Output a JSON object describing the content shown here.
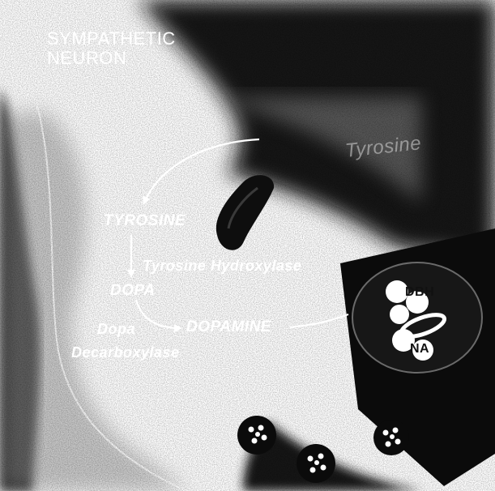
{
  "title_lines": [
    "SYMPATHETIC",
    "NEURON"
  ],
  "pathway": {
    "step1": "TYROSINE",
    "step2": "DOPA",
    "step3": "DOPAMINE",
    "enzyme1": "Tyrosine Hydroxylase",
    "enzyme2_line1": "Dopa",
    "enzyme2_line2": "Decarboxylase"
  },
  "vesicle_labels": {
    "upper": "DBH",
    "lower": "NA"
  },
  "faint_label": "Tyrosine",
  "colors": {
    "background": "#ffffff",
    "shadow": "#141414",
    "label_text": "#ffffff"
  }
}
